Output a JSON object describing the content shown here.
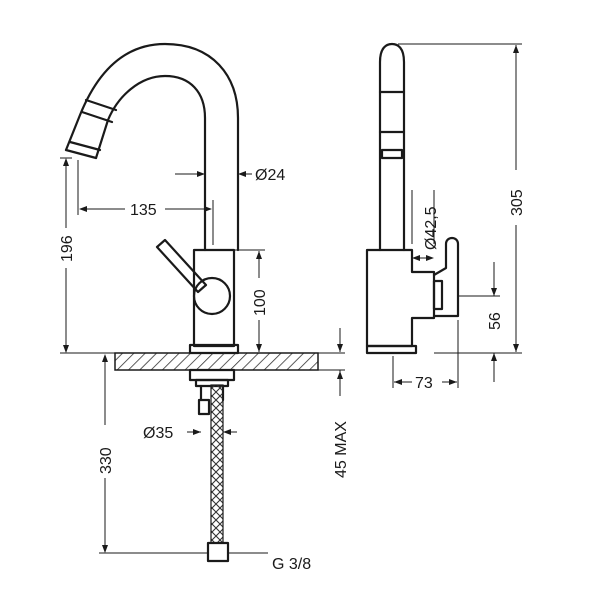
{
  "diagram": {
    "dimensions": {
      "d24": "Ø24",
      "reach": "135",
      "height_left": "196",
      "body_height": "100",
      "d35": "Ø35",
      "thickness": "45 MAX",
      "hose": "330",
      "thread": "G 3/8",
      "total_height": "305",
      "d42_5": "Ø42,5",
      "lever_height": "56",
      "depth": "73"
    }
  }
}
